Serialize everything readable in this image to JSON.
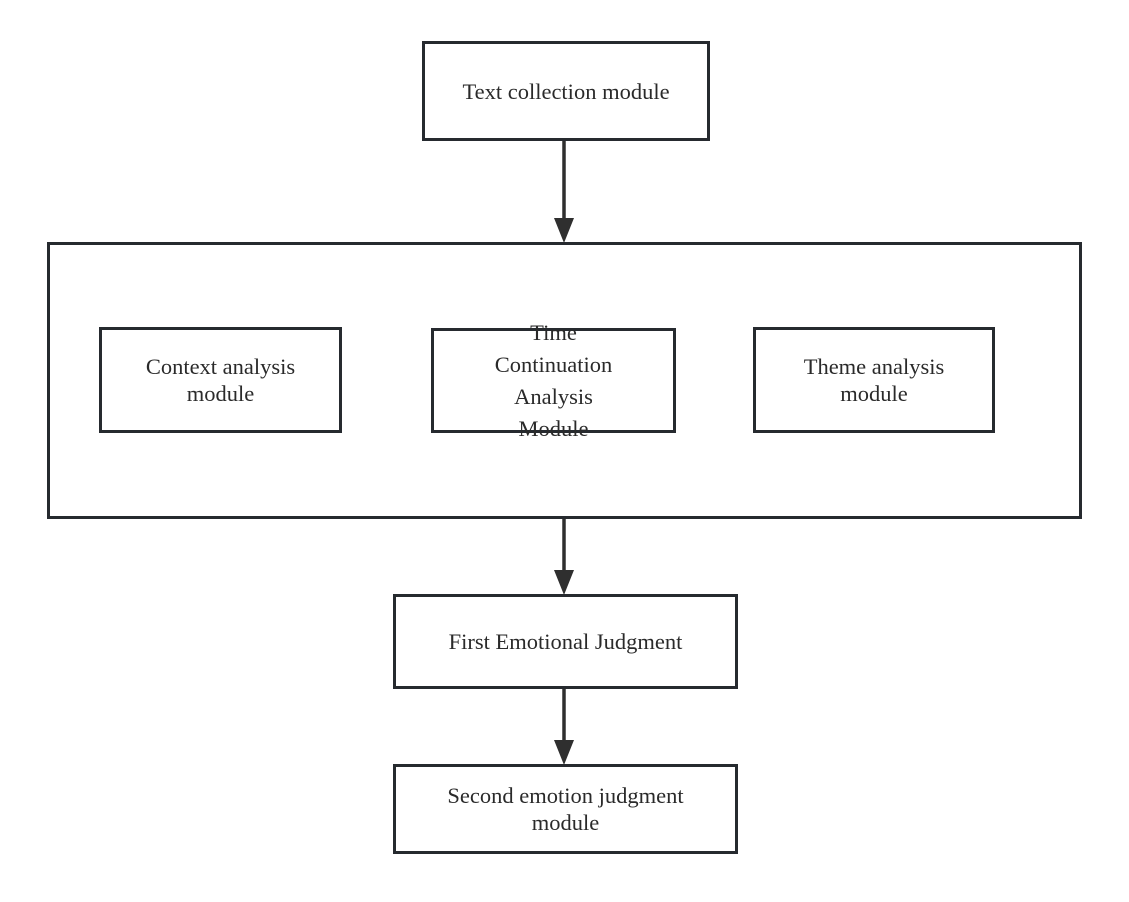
{
  "diagram": {
    "nodes": {
      "text_collection": "Text collection module",
      "context_analysis": "Context analysis module",
      "time_continuation": "Time Continuation Analysis Module",
      "theme_analysis": "Theme analysis module",
      "first_judgment": "First Emotional Judgment",
      "second_judgment": "Second emotion judgment module"
    },
    "edges": [
      {
        "from": "text_collection",
        "to": "analysis_group"
      },
      {
        "from": "analysis_group",
        "to": "first_judgment"
      },
      {
        "from": "first_judgment",
        "to": "second_judgment"
      }
    ],
    "line_color": "#262a2f"
  }
}
